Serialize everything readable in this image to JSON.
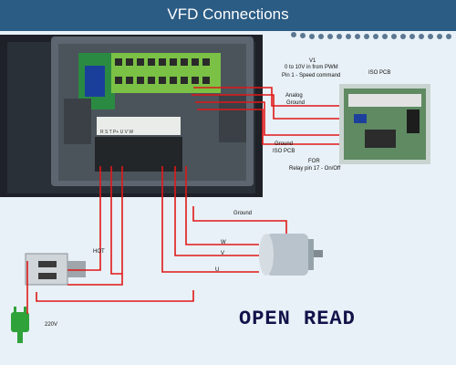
{
  "header": {
    "title": "VFD Connections"
  },
  "labels": {
    "v1": "V1",
    "v1_desc": "0 to 10V in from PWM",
    "v1_pin": "Pin 1 - Speed command",
    "iso_pcb": "ISO PCB",
    "analog": "Analog",
    "ground": "Ground",
    "ground_bottom": "Ground",
    "iso_pcb_bottom": "ISO PCB",
    "for_label": "FOR",
    "relay": "Relay pin 17 - On/Off",
    "ground_motor": "Ground",
    "w": "W",
    "v": "V",
    "u": "U",
    "hot": "HOT",
    "volts": "220V",
    "terminals": "R S T P+ U V W"
  },
  "watermark": "OPEN READ",
  "colors": {
    "wire": "#e01818",
    "header": "#2b5c84",
    "pcb": "#6b8d6a",
    "plug": "#2fa23a",
    "motor": "#b9c3cb"
  },
  "icons": [
    "vfd-photo",
    "iso-pcb-board",
    "motor-icon",
    "plug-icon",
    "switch-icon"
  ]
}
